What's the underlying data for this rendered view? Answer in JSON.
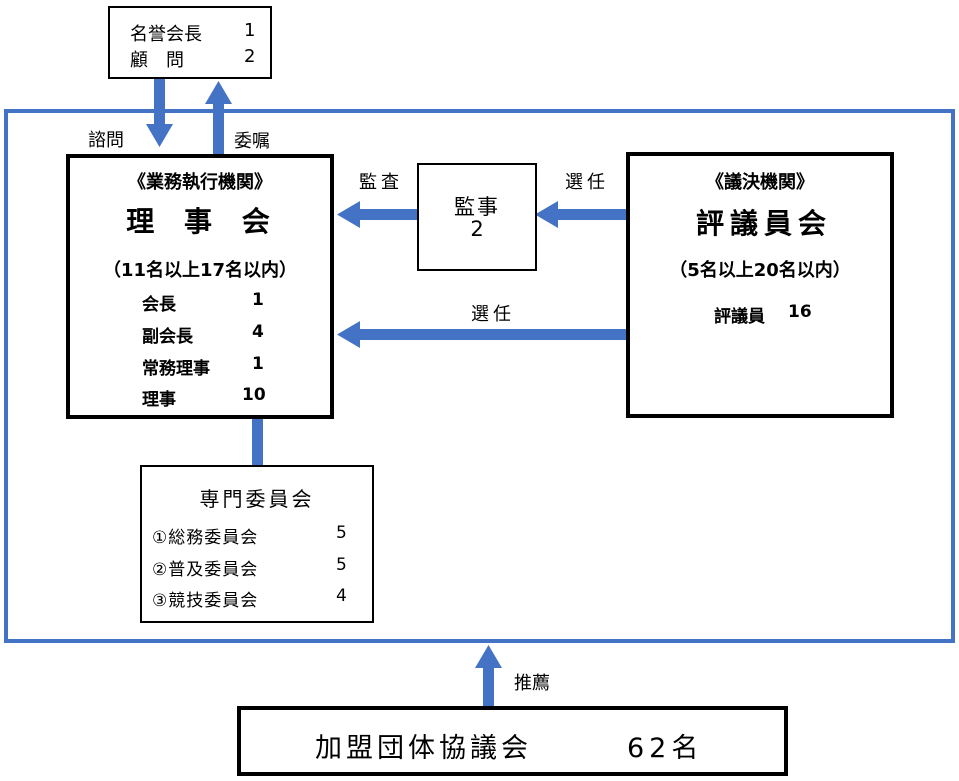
{
  "honorary": {
    "line1_label": "名誉会長",
    "line1_value": "1",
    "line2_label": "顧　問",
    "line2_value": "2"
  },
  "arrows": {
    "consult": "諮問",
    "delegate": "委嘱",
    "audit": "監査",
    "elect_top": "選任",
    "elect_mid": "選任",
    "recommend": "推薦"
  },
  "board": {
    "subtitle": "《業務執行機関》",
    "title": "理 事 会",
    "range": "（11名以上17名以内）",
    "rows": [
      {
        "label": "会長",
        "value": "1"
      },
      {
        "label": "副会長",
        "value": "4"
      },
      {
        "label": "常務理事",
        "value": "1"
      },
      {
        "label": "理事",
        "value": "10"
      }
    ]
  },
  "auditor": {
    "label": "監事",
    "value": "2"
  },
  "council": {
    "subtitle": "《議決機関》",
    "title": "評議員会",
    "range": "（5名以上20名以内）",
    "member_label": "評議員",
    "member_value": "16"
  },
  "committees": {
    "title": "専門委員会",
    "rows": [
      {
        "label": "①総務委員会",
        "value": "5"
      },
      {
        "label": "②普及委員会",
        "value": "5"
      },
      {
        "label": "③競技委員会",
        "value": "4"
      }
    ]
  },
  "member_orgs": {
    "label": "加盟団体協議会",
    "count": "62名"
  },
  "colors": {
    "accent": "#4472c4",
    "border": "#000000"
  }
}
